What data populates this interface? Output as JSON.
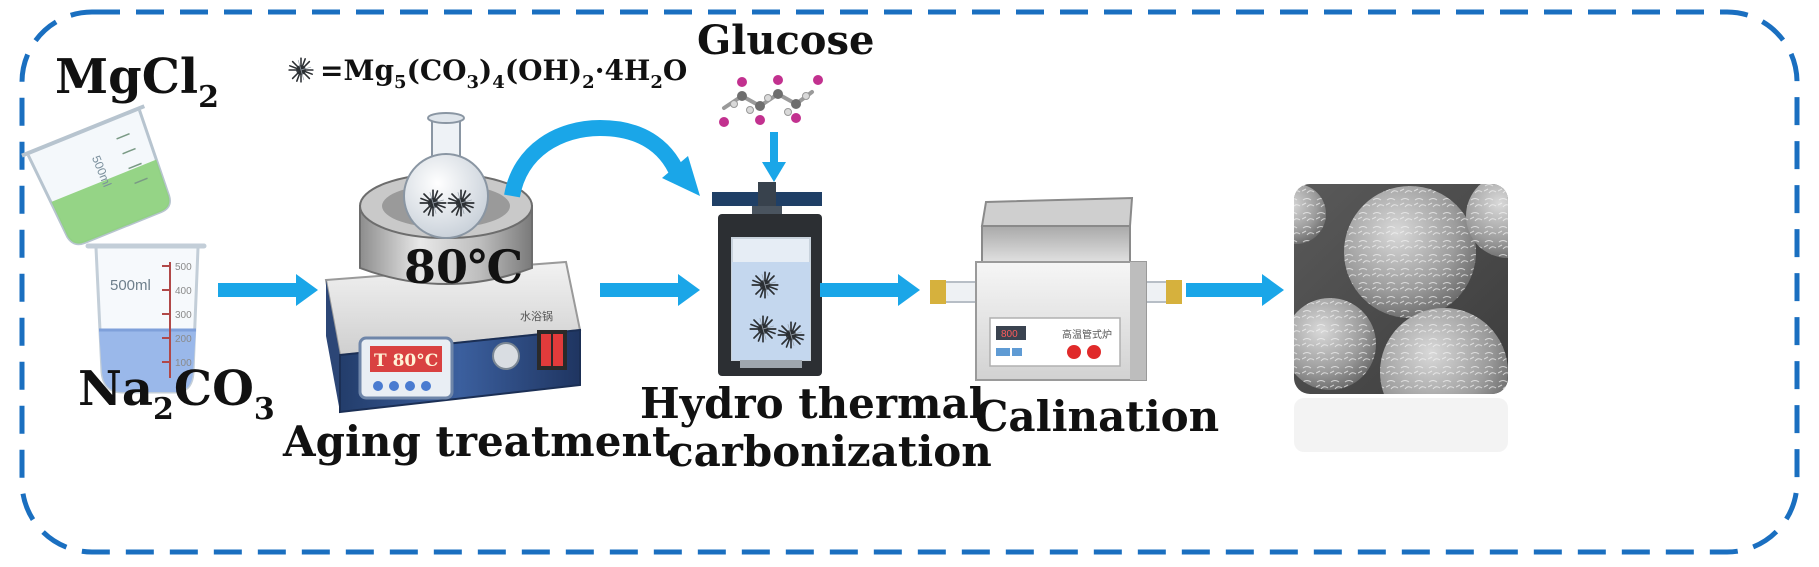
{
  "reagents": {
    "mgcl2": {
      "base": "MgCl",
      "sub": "2"
    },
    "na2co3": {
      "p1": "Na",
      "s1": "2",
      "p2": "CO",
      "s2": "3"
    }
  },
  "legend": {
    "prefix": "=Mg",
    "s1": "5",
    "p2": "(CO",
    "s2": "3",
    "p3": ")",
    "s3": "4",
    "p4": "(OH)",
    "s4": "2",
    "p5": "·4H",
    "s5": "2",
    "p6": "O"
  },
  "glucose_label": "Glucose",
  "steps": {
    "aging": "Aging treatment",
    "hydro_line1": "Hydro thermal",
    "hydro_line2": "carbonization",
    "calination": "Calination"
  },
  "heater": {
    "temp_text": "80℃",
    "display_text": "T 80°C",
    "badge_text": "水浴锅"
  },
  "beaker": {
    "volume_label": "500ml",
    "ticks": [
      "500",
      "400",
      "300",
      "200",
      "100"
    ]
  },
  "tilted_beaker": {
    "volume_label": "500ml"
  },
  "furnace": {
    "display_text": "800",
    "panel_label": "高温管式炉"
  },
  "colors": {
    "border": "#1a6fc0",
    "arrow": "#1aa6e8",
    "liquid_blue": "#9ab8ea",
    "liquid_green": "#8fd27f"
  }
}
